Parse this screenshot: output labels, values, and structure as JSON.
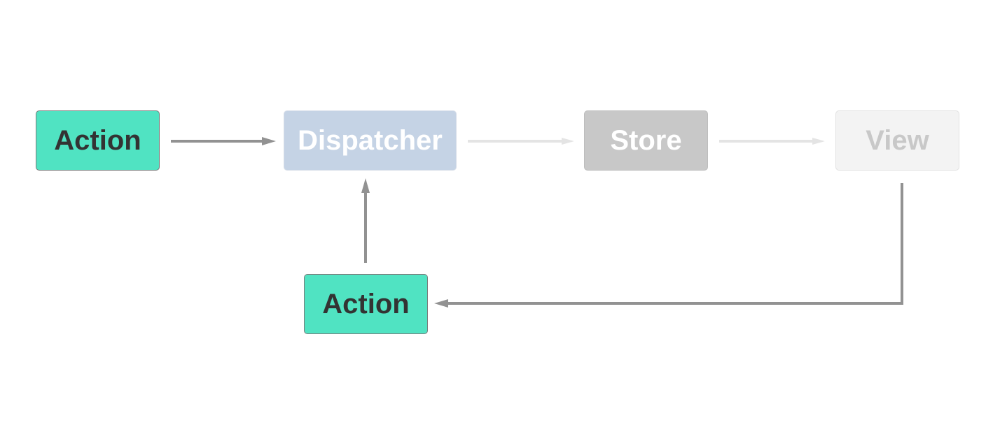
{
  "diagram": {
    "nodes": {
      "action_top": {
        "label": "Action",
        "fill": "#50e3c2",
        "text_color": "#333333"
      },
      "dispatcher": {
        "label": "Dispatcher",
        "fill": "#c5d3e5",
        "text_color": "#ffffff"
      },
      "store": {
        "label": "Store",
        "fill": "#c8c8c8",
        "text_color": "#ffffff"
      },
      "view": {
        "label": "View",
        "fill": "#f3f3f3",
        "text_color": "#c8c8c8"
      },
      "action_bottom": {
        "label": "Action",
        "fill": "#50e3c2",
        "text_color": "#333333"
      }
    },
    "edges": [
      {
        "from": "Action",
        "to": "Dispatcher",
        "color": "#929292"
      },
      {
        "from": "Dispatcher",
        "to": "Store",
        "color": "#e4e4e4"
      },
      {
        "from": "Store",
        "to": "View",
        "color": "#e4e4e4"
      },
      {
        "from": "View",
        "to": "Action",
        "color": "#929292"
      },
      {
        "from": "Action",
        "to": "Dispatcher",
        "color": "#929292"
      }
    ]
  }
}
